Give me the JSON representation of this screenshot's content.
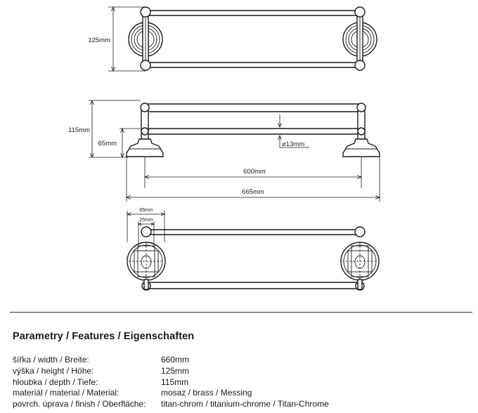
{
  "dimensions": {
    "front_height": "125mm",
    "side_height_total": "115mm",
    "side_height_bar": "65mm",
    "tube_diameter": "⌀13mm",
    "length_inner": "600mm",
    "length_outer": "665mm",
    "detail_base": "65mm",
    "detail_hole": "25mm"
  },
  "section": {
    "title": "Parametry / Features / Eigenschaften"
  },
  "specs": [
    {
      "label": "šířka / width / Breite:",
      "value": "660mm"
    },
    {
      "label": "výška / height / Höhe:",
      "value": "125mm"
    },
    {
      "label": "hloubka / depth / Tiefe:",
      "value": "115mm"
    },
    {
      "label": "materiál / material / Material:",
      "value": "mosaz / brass / Messing"
    },
    {
      "label": "povrch. úprava / finish / Oberfläche:",
      "value": "titan-chrom / titanium-chrome / Titan-Chrome"
    }
  ]
}
